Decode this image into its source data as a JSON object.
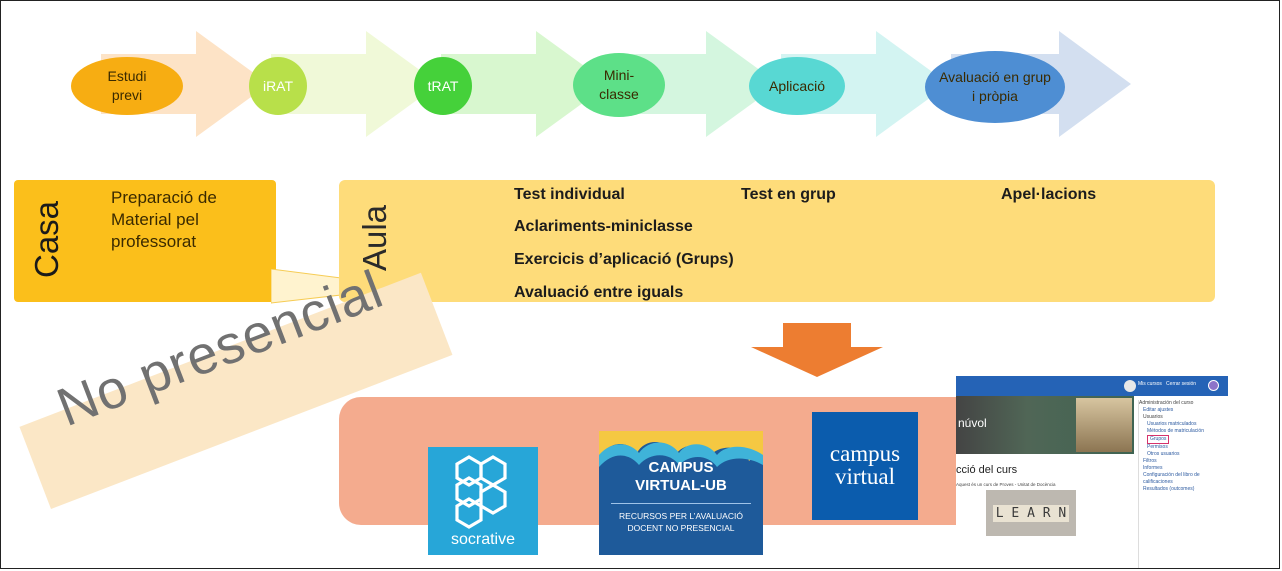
{
  "steps": [
    {
      "label": "Estudi previ",
      "bubble_color": "#f7ad12",
      "arrow_color": "#fde3c6"
    },
    {
      "label": "iRAT",
      "bubble_color": "#b8e04a",
      "arrow_color": "#f0f9d8"
    },
    {
      "label": "tRAT",
      "bubble_color": "#45d13a",
      "arrow_color": "#d8f7cf"
    },
    {
      "label": "Mini-classe",
      "bubble_color": "#5de088",
      "arrow_color": "#d4f6df"
    },
    {
      "label": "Aplicació",
      "bubble_color": "#58d8d3",
      "arrow_color": "#d3f4f2"
    },
    {
      "label": "Avaluació en grup i pròpia",
      "bubble_color": "#4e8ed3",
      "arrow_color": "#d3dff0"
    }
  ],
  "casa": {
    "title": "Casa",
    "text": "Preparació de Material pel professorat",
    "color": "#fbbf1b"
  },
  "aula": {
    "title": "Aula",
    "color": "#fedc7a",
    "items": {
      "test_individual": "Test individual",
      "test_grup": "Test en grup",
      "apelacions": "Apel·lacions",
      "aclariments": "Aclariments-miniclasse",
      "exercicis": "Exercicis d’aplicació (Grups)",
      "avaluacio": "Avaluació entre iguals"
    }
  },
  "no_presencial": "No presencial",
  "down_arrow_color": "#ed7d31",
  "tools": {
    "socrative": "socrative",
    "campus_ub": {
      "line1": "CAMPUS",
      "line2": "VIRTUAL-UB",
      "line3": "RECURSOS PER L’AVALUACIÓ",
      "line4": "DOCENT NO PRESENCIAL"
    },
    "campus_virtual": {
      "line1": "campus",
      "line2": "virtual"
    },
    "moodle": {
      "header_links": "Mis cursos   Cerrar sesión",
      "banner_text": "núvol",
      "section_title": "cció del curs",
      "course_line": "Aquest és un curs de Proves - Unitat de Docència",
      "word_tiles": "L E A R N",
      "sidebar": [
        "Administración del curso",
        "Editar ajustes",
        "Usuarios",
        "Usuarios matriculados",
        "Métodos de matriculación",
        "Grupos",
        "Permisos",
        "Otros usuarios",
        "Filtros",
        "Informes",
        "Configuración del libro de calificaciones",
        "Resultados (outcomes)"
      ]
    }
  }
}
